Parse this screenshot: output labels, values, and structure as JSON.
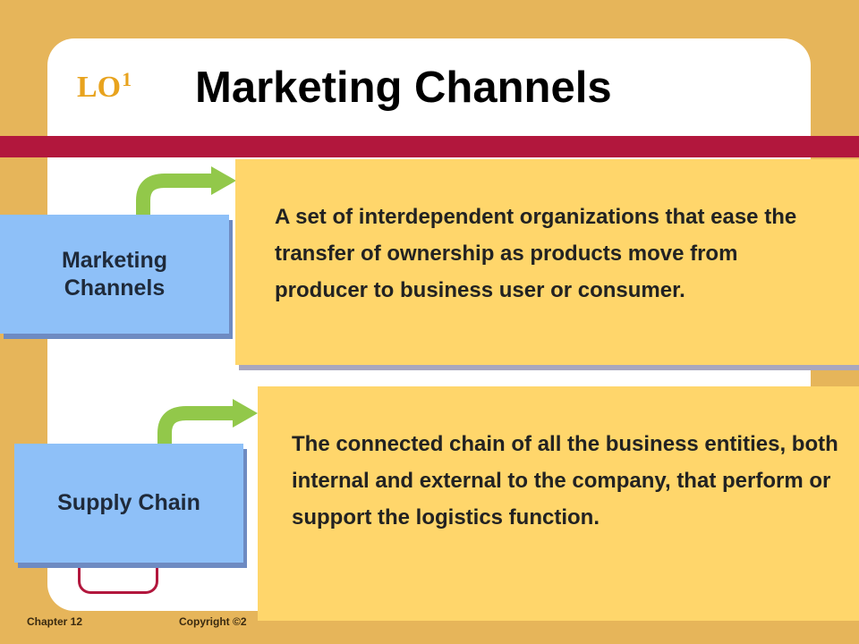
{
  "header": {
    "lo_text": "LO",
    "lo_number": "1",
    "title": "Marketing Channels"
  },
  "concepts": [
    {
      "term": "Marketing Channels",
      "definition": "A set of interdependent organizations that ease the transfer of ownership as products move from producer to business user or consumer."
    },
    {
      "term": "Supply Chain",
      "definition": "The connected chain of all the business entities, both internal and external to the company, that perform or support the logistics function."
    }
  ],
  "footer": {
    "chapter": "Chapter  12",
    "copyright": "Copyright ©2"
  },
  "colors": {
    "background": "#E6B55A",
    "red_band": "#B2173D",
    "term_box": "#8EC0F8",
    "definition_box": "#FFD66B",
    "arrow": "#92C84A",
    "lo": "#E8A31E"
  }
}
